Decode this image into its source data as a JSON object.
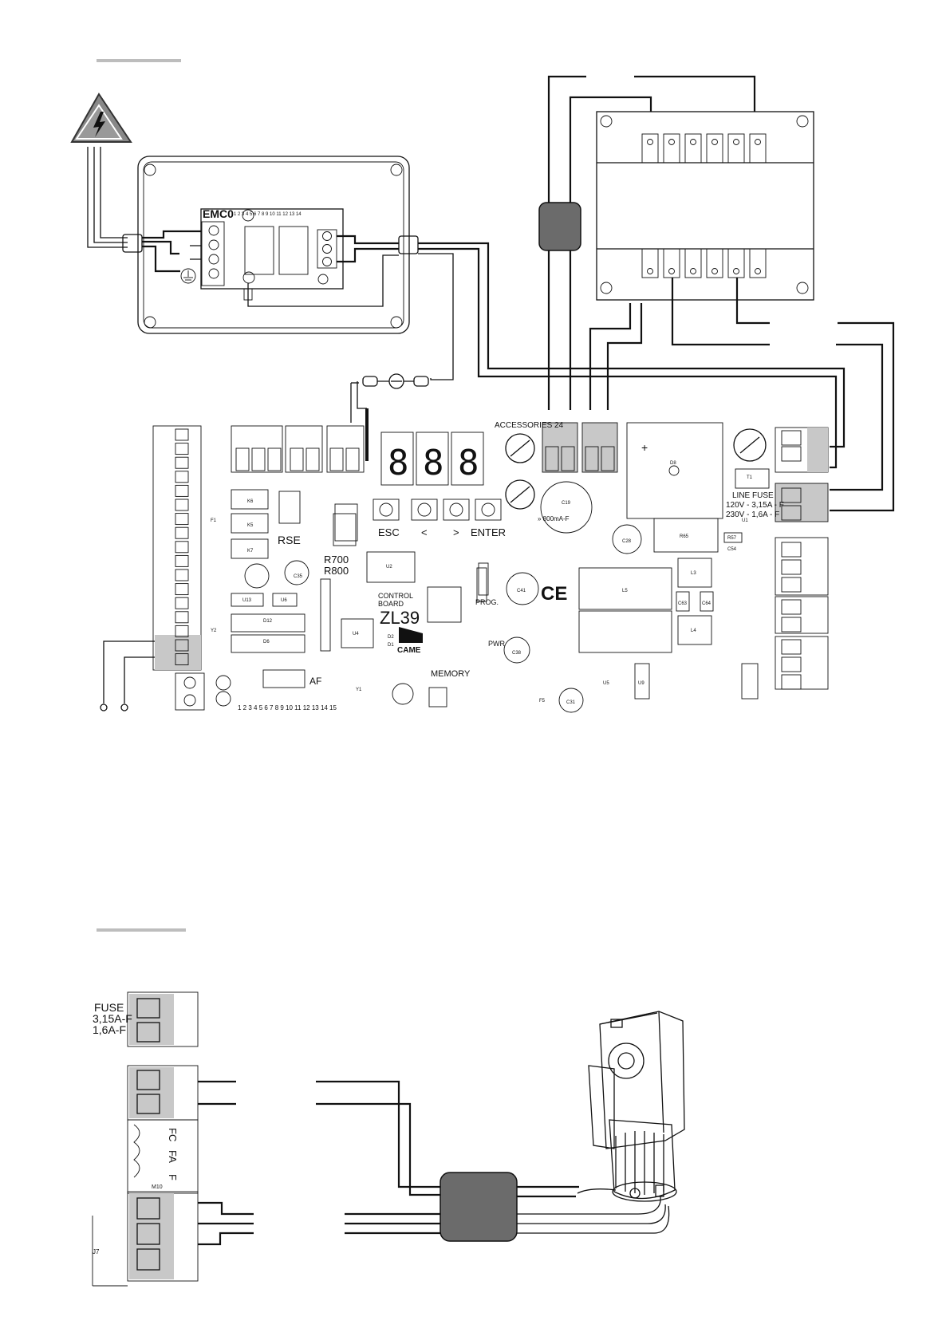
{
  "colors": {
    "line": "#111111",
    "ferrite": "#6b6b6b",
    "terminal_block": "#c8c8c8",
    "warning": "#888888"
  },
  "icons": [
    "high-voltage-warning-icon",
    "ground-symbol-icon",
    "ce-mark-icon",
    "came-logo-icon"
  ],
  "emc_filter": {
    "model": "EMC0",
    "terminal_numbers": "1 2 3 4 5 6 7 8 9 10 11 12 13 14"
  },
  "board": {
    "accessories": "ACCESSORIES 24",
    "line_fuse": [
      "LINE FUSE",
      "120V - 3,15A - F",
      "230V - 1,6A - F"
    ],
    "accessories_fuse": "» 800mA-F",
    "buttons": {
      "esc": "ESC",
      "less": "<",
      "more": ">",
      "enter": "ENTER"
    },
    "control_board": [
      "CONTROL",
      "BOARD"
    ],
    "model": "ZL39",
    "came_label": "CAME",
    "prog": "PROG.",
    "pwr": "PWR",
    "memory": "MEMORY",
    "rse": "RSE",
    "af": "AF",
    "r800": [
      "R700",
      "R800"
    ],
    "bottom_numbers": "1 2 3 4 5 6 7 8 9 10 11 12 13 14 15",
    "components": [
      "K6",
      "K5",
      "K7",
      "U2",
      "U4",
      "U6",
      "U13",
      "D12",
      "D6",
      "C35",
      "C38",
      "C31",
      "C19",
      "C28",
      "C41",
      "C54",
      "R57",
      "R65",
      "L3",
      "L4",
      "L5",
      "C63",
      "C64",
      "D8",
      "T1",
      "U1",
      "U5",
      "U9",
      "Y1",
      "Y2",
      "F1",
      "F5",
      "D1",
      "D2"
    ]
  },
  "detail": {
    "fuse_label": [
      "FUSE",
      "3,15A-F",
      "1,6A-F"
    ],
    "limit_labels": [
      "FC",
      "FA",
      "F"
    ],
    "m10": "M10",
    "j7": "J7"
  }
}
